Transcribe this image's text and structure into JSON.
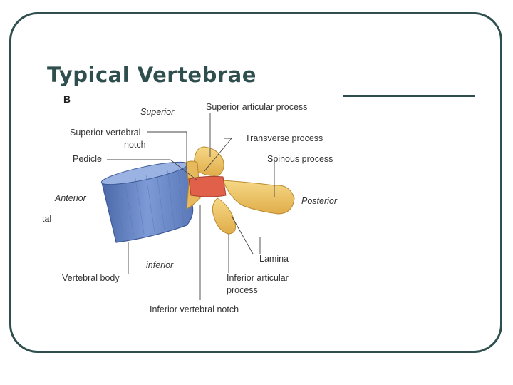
{
  "slide": {
    "title": "Typical Vertebrae"
  },
  "diagram": {
    "figure_letter": "B",
    "orientation": {
      "superior": "Superior",
      "inferior": "inferior",
      "anterior": "Anterior",
      "posterior": "Posterior",
      "cut_off_left": "tal"
    },
    "labels": {
      "superior_articular_process": "Superior articular process",
      "superior_vertebral_notch_line1": "Superior vertebral",
      "superior_vertebral_notch_line2": "notch",
      "transverse_process": "Transverse process",
      "pedicle": "Pedicle",
      "spinous_process": "Spinous process",
      "lamina": "Lamina",
      "vertebral_body": "Vertebral body",
      "inferior_articular_process_line1": "Inferior articular",
      "inferior_articular_process_line2": "process",
      "inferior_vertebral_notch": "Inferior vertebral notch"
    },
    "colors": {
      "body": "#6f8fcf",
      "body_dark": "#4a68a8",
      "pedicle": "#e0604a",
      "process": "#f2c866",
      "process_dark": "#d9a441",
      "frame": "#2f4f4f"
    }
  }
}
